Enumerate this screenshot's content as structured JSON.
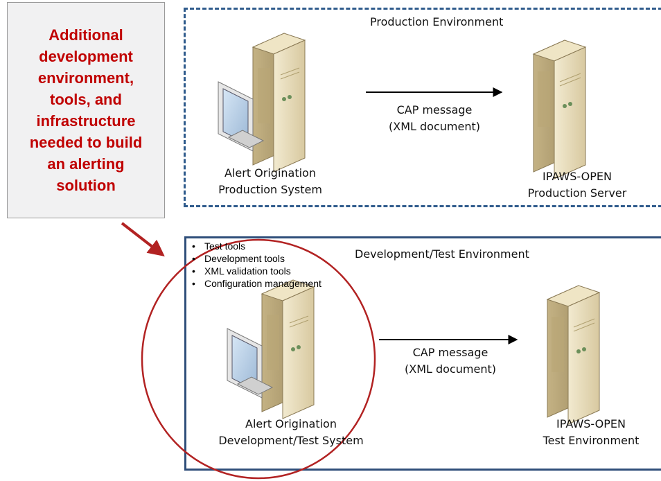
{
  "callout": {
    "text": "Additional\ndevelopment\nenvironment,\ntools, and\ninfrastructure\nneeded to build\nan alerting\nsolution"
  },
  "production": {
    "title": "Production Environment",
    "origin_label_1": "Alert Origination",
    "origin_label_2": "Production System",
    "message_1": "CAP message",
    "message_2": "(XML document)",
    "server_label_1": "IPAWS-OPEN",
    "server_label_2": "Production Server"
  },
  "development": {
    "title": "Development/Test  Environment",
    "tools": [
      "Test tools",
      "Development tools",
      "XML validation tools",
      "Configuration management"
    ],
    "origin_label_1": "Alert Origination",
    "origin_label_2": "Development/Test  System",
    "message_1": "CAP message",
    "message_2": "(XML document)",
    "server_label_1": "IPAWS-OPEN",
    "server_label_2": "Test Environment"
  },
  "colors": {
    "callout_text": "#c00000",
    "prod_border": "#2f5b8c",
    "dev_border": "#2f4e7a",
    "highlight": "#b22222"
  }
}
